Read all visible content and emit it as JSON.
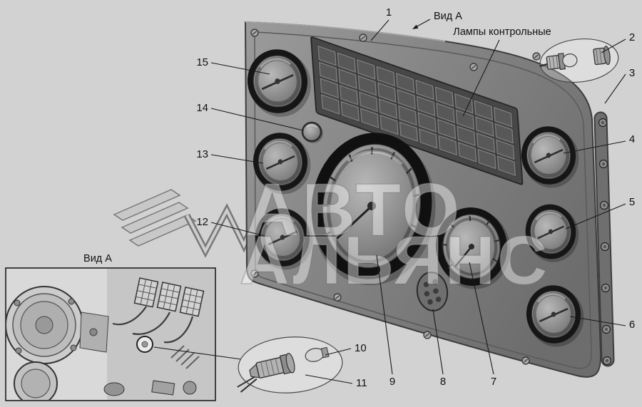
{
  "colors": {
    "page_bg": "#d2d2d2",
    "panel_face": "#858585",
    "bezel_dark": "#141414",
    "line": "#1a1a1a"
  },
  "annotations": {
    "view_a_top": "Вид А",
    "view_a_inset": "Вид А",
    "control_lamps": "Лампы контрольные"
  },
  "watermark": {
    "line1": "АВТО",
    "line2": "АЛЬЯНС"
  },
  "callouts": {
    "c1": "1",
    "c2": "2",
    "c3": "3",
    "c4": "4",
    "c5": "5",
    "c6": "6",
    "c7": "7",
    "c8": "8",
    "c9": "9",
    "c10": "10",
    "c11": "11",
    "c12": "12",
    "c13": "13",
    "c14": "14",
    "c15": "15"
  }
}
